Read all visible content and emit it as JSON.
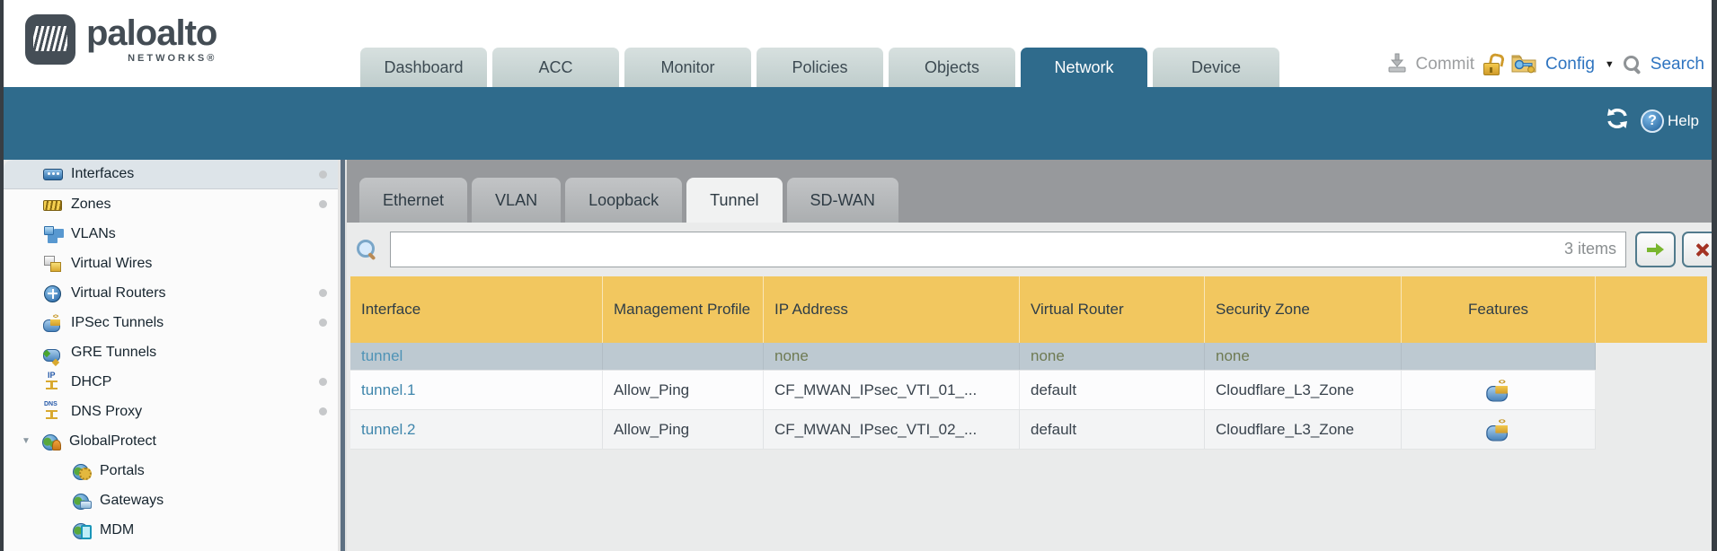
{
  "header": {
    "logo": {
      "brand": "paloalto",
      "sub": "NETWORKS®"
    },
    "nav_tabs": [
      {
        "label": "Dashboard",
        "active": false
      },
      {
        "label": "ACC",
        "active": false
      },
      {
        "label": "Monitor",
        "active": false
      },
      {
        "label": "Policies",
        "active": false
      },
      {
        "label": "Objects",
        "active": false
      },
      {
        "label": "Network",
        "active": true
      },
      {
        "label": "Device",
        "active": false
      }
    ],
    "actions": {
      "commit": "Commit",
      "config": "Config",
      "search": "Search"
    }
  },
  "banner": {
    "help": "Help"
  },
  "sidebar": {
    "items": [
      {
        "label": "Interfaces",
        "icon": "interfaces-icon",
        "selected": true,
        "dot": true,
        "indent": false,
        "expander": false
      },
      {
        "label": "Zones",
        "icon": "zones-icon",
        "selected": false,
        "dot": true,
        "indent": false,
        "expander": false
      },
      {
        "label": "VLANs",
        "icon": "vlans-icon",
        "selected": false,
        "dot": false,
        "indent": false,
        "expander": false
      },
      {
        "label": "Virtual Wires",
        "icon": "virtual-wires-icon",
        "selected": false,
        "dot": false,
        "indent": false,
        "expander": false
      },
      {
        "label": "Virtual Routers",
        "icon": "virtual-routers-icon",
        "selected": false,
        "dot": true,
        "indent": false,
        "expander": false
      },
      {
        "label": "IPSec Tunnels",
        "icon": "ipsec-tunnels-icon",
        "selected": false,
        "dot": true,
        "indent": false,
        "expander": false
      },
      {
        "label": "GRE Tunnels",
        "icon": "gre-tunnels-icon",
        "selected": false,
        "dot": false,
        "indent": false,
        "expander": false
      },
      {
        "label": "DHCP",
        "icon": "dhcp-icon",
        "selected": false,
        "dot": true,
        "indent": false,
        "expander": false
      },
      {
        "label": "DNS Proxy",
        "icon": "dns-proxy-icon",
        "selected": false,
        "dot": true,
        "indent": false,
        "expander": false
      },
      {
        "label": "GlobalProtect",
        "icon": "globalprotect-icon",
        "selected": false,
        "dot": false,
        "indent": false,
        "expander": true
      },
      {
        "label": "Portals",
        "icon": "portals-icon",
        "selected": false,
        "dot": false,
        "indent": true,
        "expander": false
      },
      {
        "label": "Gateways",
        "icon": "gateways-icon",
        "selected": false,
        "dot": false,
        "indent": true,
        "expander": false
      },
      {
        "label": "MDM",
        "icon": "mdm-icon",
        "selected": false,
        "dot": false,
        "indent": true,
        "expander": false
      }
    ]
  },
  "content": {
    "subtabs": [
      {
        "label": "Ethernet",
        "active": false
      },
      {
        "label": "VLAN",
        "active": false
      },
      {
        "label": "Loopback",
        "active": false
      },
      {
        "label": "Tunnel",
        "active": true
      },
      {
        "label": "SD-WAN",
        "active": false
      }
    ],
    "filter": {
      "value": "",
      "count": "3 items"
    },
    "table": {
      "columns": [
        "Interface",
        "Management Profile",
        "IP Address",
        "Virtual Router",
        "Security Zone",
        "Features"
      ],
      "rows": [
        {
          "interface": "tunnel",
          "management_profile": "",
          "ip_address": "none",
          "virtual_router": "none",
          "security_zone": "none",
          "features": "",
          "selected": true
        },
        {
          "interface": "tunnel.1",
          "management_profile": "Allow_Ping",
          "ip_address": "CF_MWAN_IPsec_VTI_01_...",
          "virtual_router": "default",
          "security_zone": "Cloudflare_L3_Zone",
          "features": "ipsec-tunnel-icon",
          "selected": false
        },
        {
          "interface": "tunnel.2",
          "management_profile": "Allow_Ping",
          "ip_address": "CF_MWAN_IPsec_VTI_02_...",
          "virtual_router": "default",
          "security_zone": "Cloudflare_L3_Zone",
          "features": "ipsec-tunnel-icon",
          "selected": false
        }
      ]
    }
  },
  "colors": {
    "teal_accent": "#2f6b8c",
    "table_header": "#f2c75f",
    "selected_row": "#bdc9d1",
    "link": "#3f86ac",
    "none_value": "#6e7a52",
    "commit_disabled_text": "#9c9ea0",
    "action_link_text": "#2e74c0"
  }
}
